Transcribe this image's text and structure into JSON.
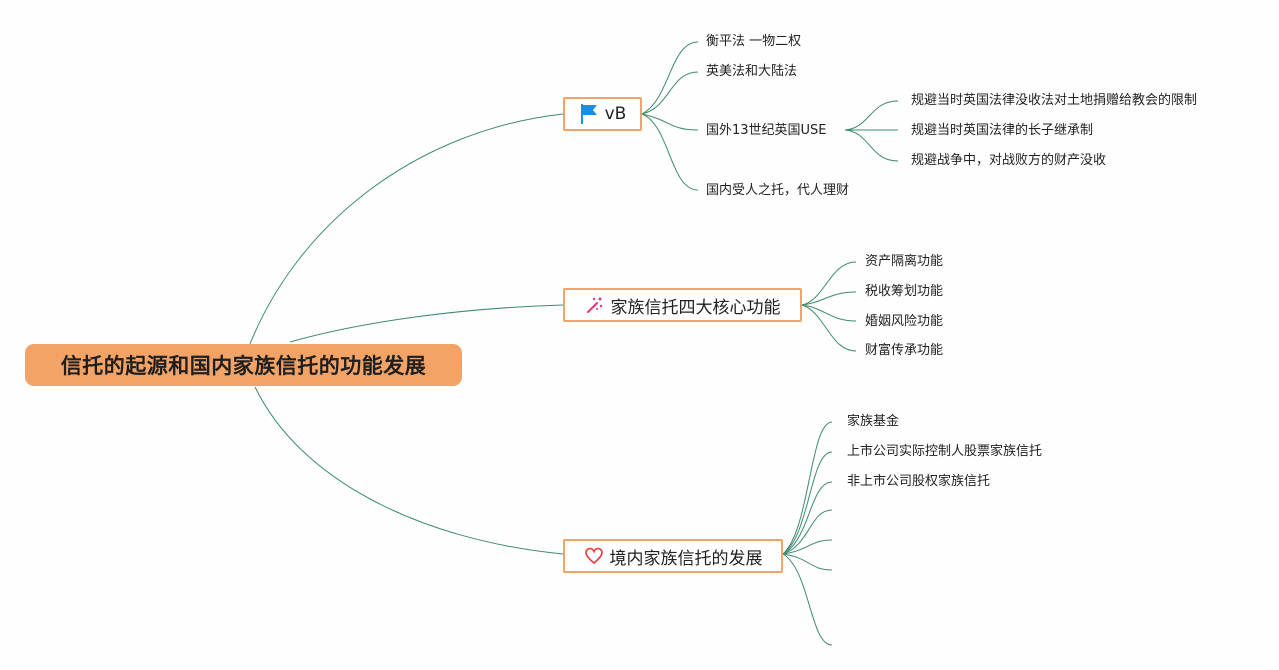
{
  "root": {
    "label": "信托的起源和国内家族信托的功能发展"
  },
  "branches": [
    {
      "label": "vB",
      "icon": "flag-icon",
      "children": [
        {
          "label": "衡平法 一物二权"
        },
        {
          "label": "英美法和大陆法"
        },
        {
          "label": "国外13世纪英国USE",
          "children": [
            {
              "label": "规避当时英国法律没收法对土地捐赠给教会的限制"
            },
            {
              "label": "规避当时英国法律的长子继承制"
            },
            {
              "label": "规避战争中，对战败方的财产没收"
            }
          ]
        },
        {
          "label": "国内受人之托，代人理财"
        }
      ]
    },
    {
      "label": "家族信托四大核心功能",
      "icon": "sparkle-wand-icon",
      "children": [
        {
          "label": "资产隔离功能"
        },
        {
          "label": "税收筹划功能"
        },
        {
          "label": "婚姻风险功能"
        },
        {
          "label": "财富传承功能"
        }
      ]
    },
    {
      "label": "境内家族信托的发展",
      "icon": "heart-icon",
      "children": [
        {
          "label": "家族基金"
        },
        {
          "label": "上市公司实际控制人股票家族信托"
        },
        {
          "label": "非上市公司股权家族信托"
        },
        {
          "label": ""
        },
        {
          "label": ""
        },
        {
          "label": ""
        },
        {
          "label": ""
        }
      ]
    }
  ],
  "colors": {
    "link": "#3d8a72",
    "accent": "#f4a366",
    "flag": "#1a8fe0",
    "sparkle": "#e8386e",
    "heart": "#e24a4a"
  }
}
